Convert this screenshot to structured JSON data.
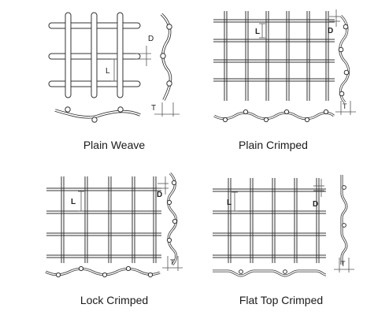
{
  "panels": [
    {
      "id": "plain-weave",
      "caption": "Plain Weave",
      "labels": {
        "D": "D",
        "L": "L",
        "T": "T"
      }
    },
    {
      "id": "plain-crimped",
      "caption": "Plain Crimped",
      "labels": {
        "D": "D",
        "L": "L",
        "T": "T"
      }
    },
    {
      "id": "lock-crimped",
      "caption": "Lock Crimped",
      "labels": {
        "D": "D",
        "L": "L",
        "T": "T"
      }
    },
    {
      "id": "flat-top",
      "caption": "Flat Top Crimped",
      "labels": {
        "D": "D",
        "L": "L",
        "T": "T"
      }
    }
  ],
  "colors": {
    "line": "#333333",
    "wire_fill": "#ffffff",
    "dim": "#555555"
  }
}
